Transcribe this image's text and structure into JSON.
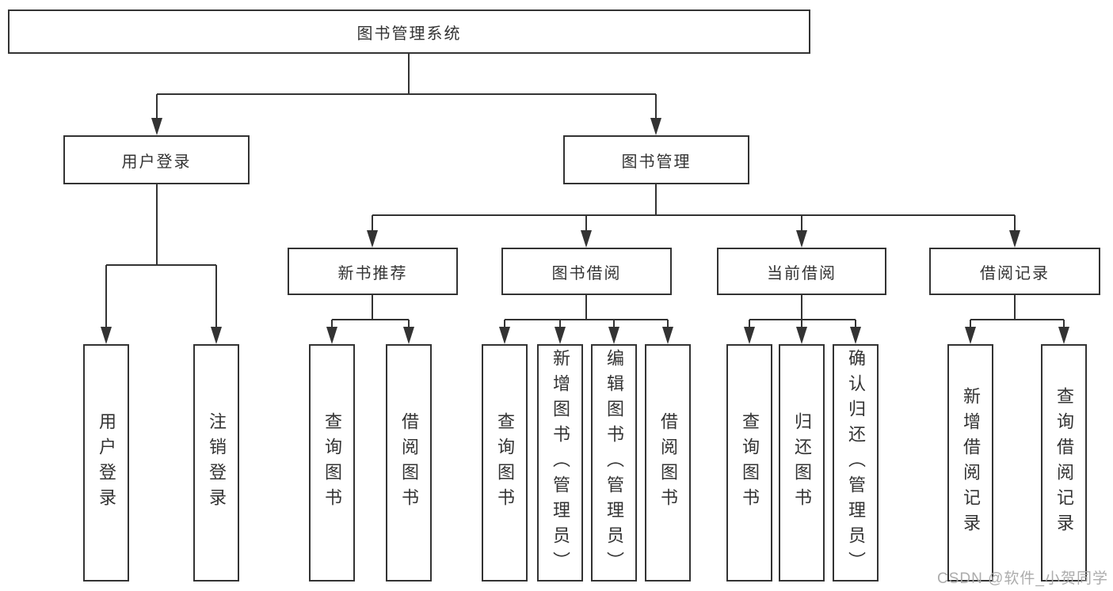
{
  "diagram": {
    "title_node": {
      "label": "图书管理系统"
    },
    "level2": [
      {
        "label": "用户登录"
      },
      {
        "label": "图书管理"
      }
    ],
    "level3": [
      {
        "label": "新书推荐",
        "parent": "图书管理"
      },
      {
        "label": "图书借阅",
        "parent": "图书管理"
      },
      {
        "label": "当前借阅",
        "parent": "图书管理"
      },
      {
        "label": "借阅记录",
        "parent": "图书管理"
      }
    ],
    "leaves": [
      {
        "label": "用户登录",
        "parent": "用户登录"
      },
      {
        "label": "注销登录",
        "parent": "用户登录"
      },
      {
        "label": "查询图书",
        "parent": "新书推荐"
      },
      {
        "label": "借阅图书",
        "parent": "新书推荐"
      },
      {
        "label": "查询图书",
        "parent": "图书借阅"
      },
      {
        "label": "新增图书（管理员）",
        "parent": "图书借阅"
      },
      {
        "label": "编辑图书（管理员）",
        "parent": "图书借阅"
      },
      {
        "label": "借阅图书",
        "parent": "图书借阅"
      },
      {
        "label": "查询图书",
        "parent": "当前借阅"
      },
      {
        "label": "归还图书",
        "parent": "当前借阅"
      },
      {
        "label": "确认归还（管理员）",
        "parent": "当前借阅"
      },
      {
        "label": "新增借阅记录",
        "parent": "借阅记录"
      },
      {
        "label": "查询借阅记录",
        "parent": "借阅记录"
      }
    ],
    "colors": {
      "line": "#333333",
      "box_border": "#333333",
      "text": "#333333",
      "background": "#ffffff"
    }
  },
  "watermark": {
    "text": "CSDN @软件_小贺同学",
    "color": "#a8a8a8"
  }
}
